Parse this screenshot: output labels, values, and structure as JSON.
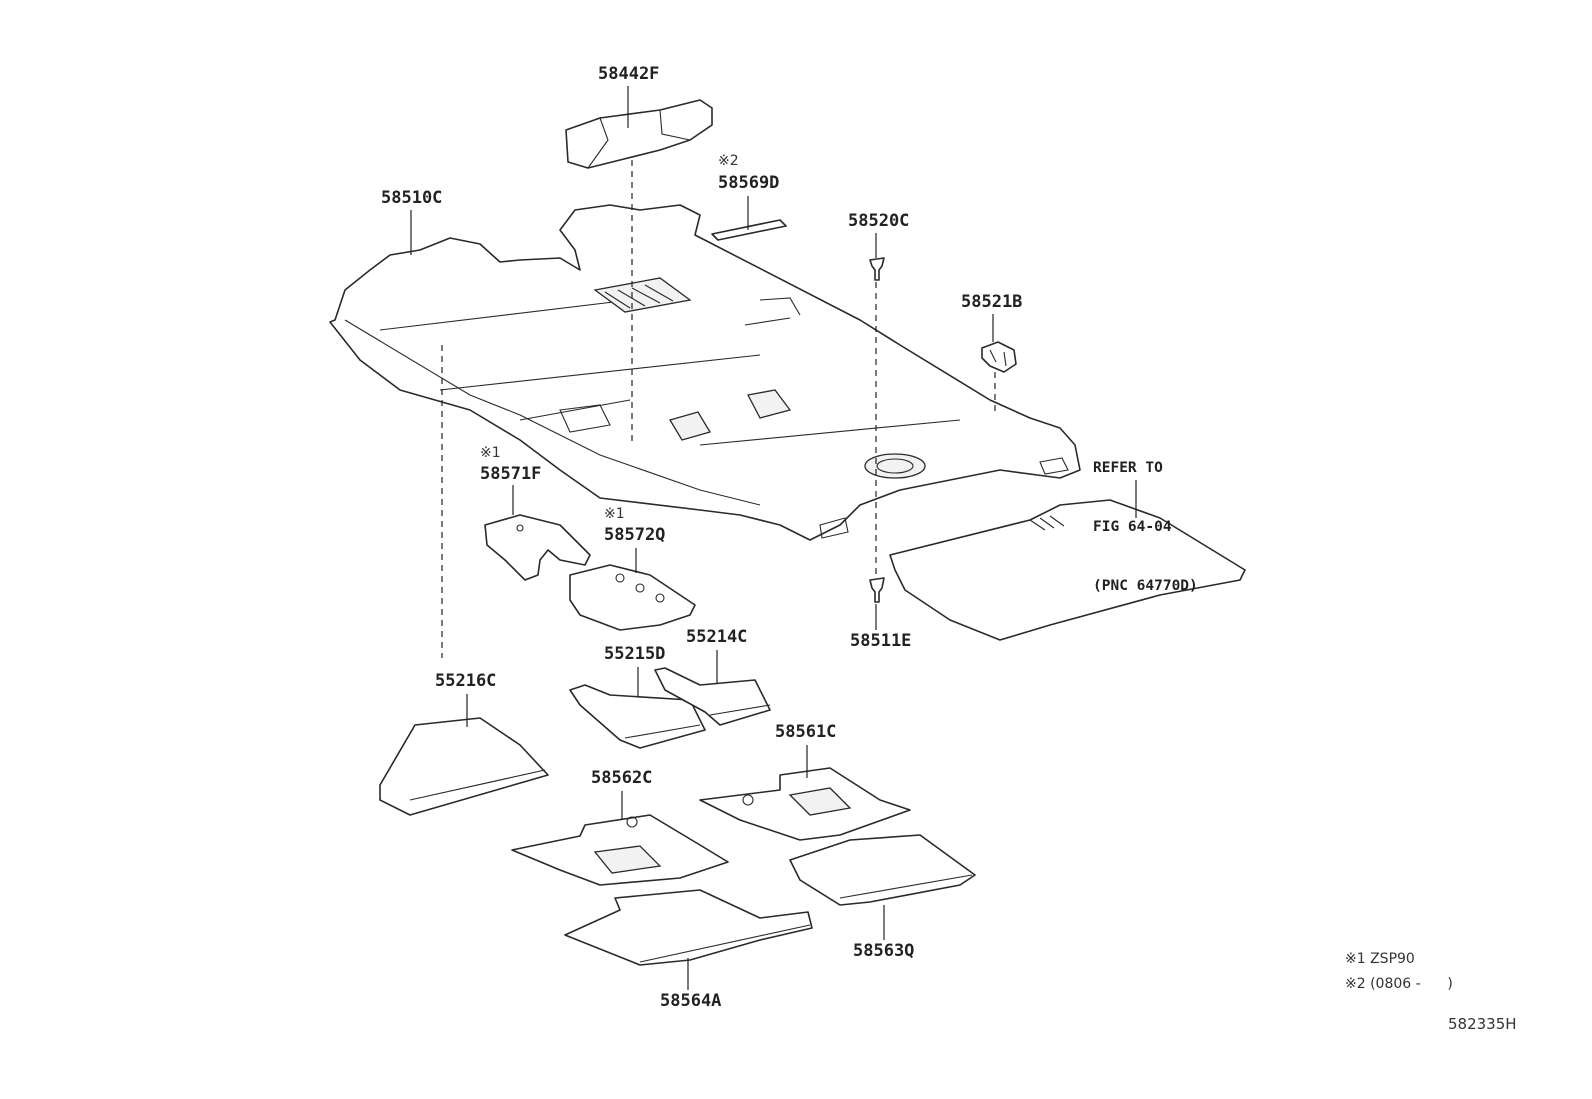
{
  "parts": {
    "p58442F": "58442F",
    "p58569D": "58569D",
    "p58510C": "58510C",
    "p58520C": "58520C",
    "p58521B": "58521B",
    "p58571F": "58571F",
    "p58572Q": "58572Q",
    "p58511E": "58511E",
    "p55214C": "55214C",
    "p55215D": "55215D",
    "p55216C": "55216C",
    "p58561C": "58561C",
    "p58562C": "58562C",
    "p58563Q": "58563Q",
    "p58564A": "58564A"
  },
  "marks": {
    "m1_a": "※1",
    "m1_b": "※1",
    "m2": "※2"
  },
  "refer_note": {
    "line1": "REFER TO",
    "line2": "FIG 64-04",
    "line3": "(PNC 64770D)"
  },
  "legend": {
    "item1": "※1 ZSP90",
    "item2": "※2 (0806 -      )"
  },
  "figure_code": "582335H"
}
